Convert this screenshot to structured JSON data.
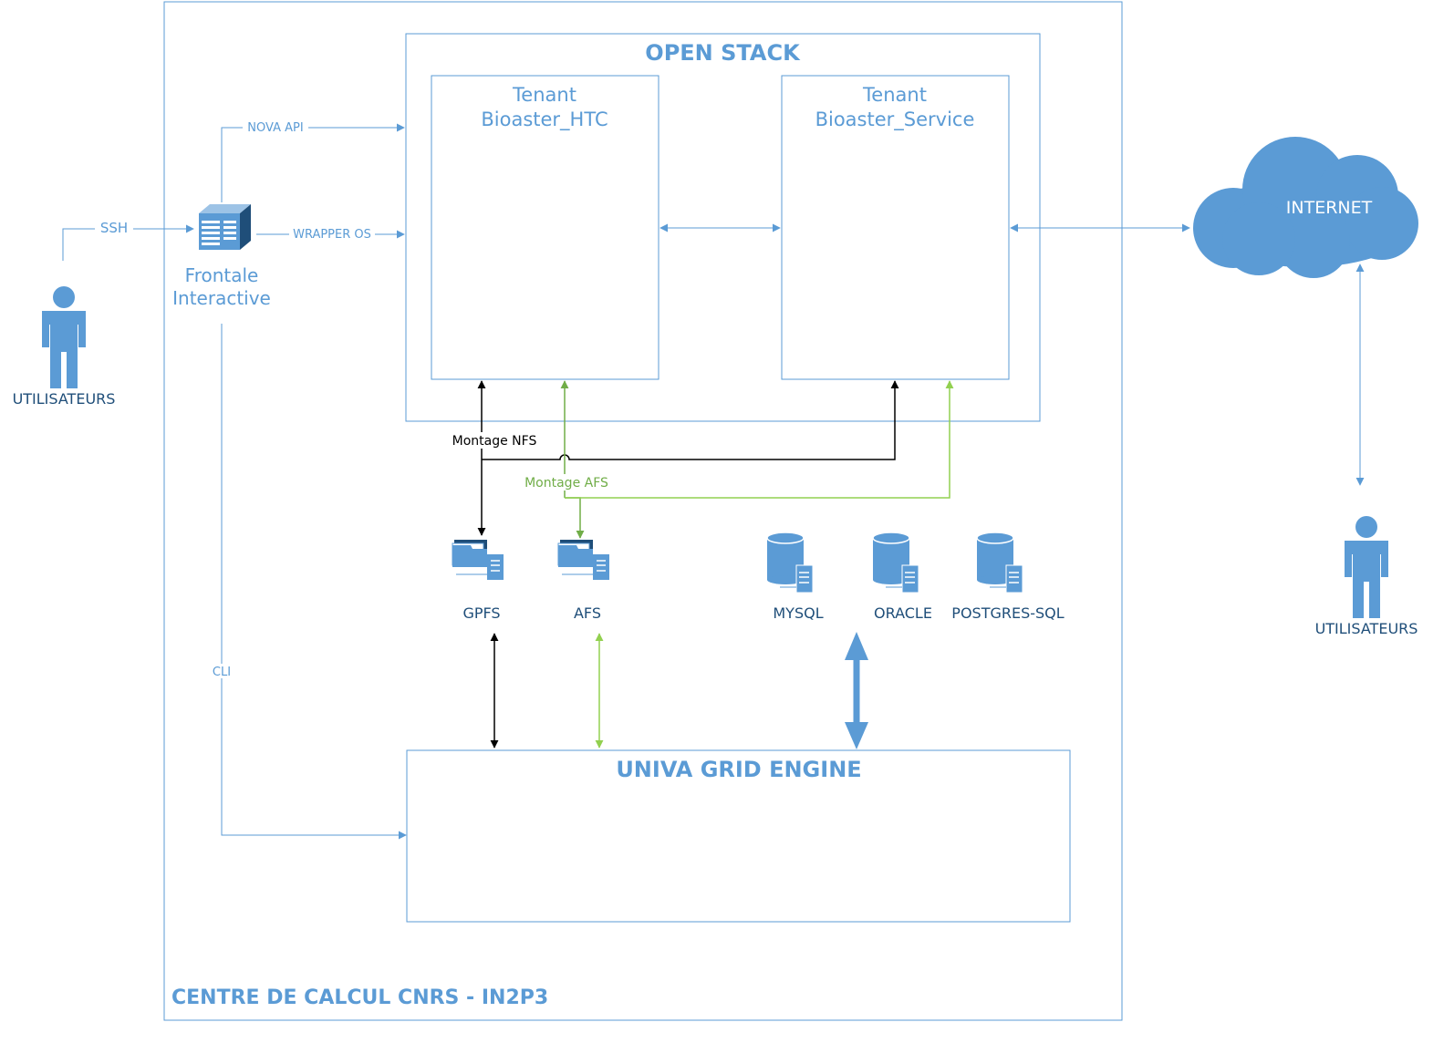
{
  "colors": {
    "blue": "#5b9bd5",
    "dark_blue": "#1f4e79",
    "green": "#70ad47",
    "light_green": "#92d050",
    "black": "#000000"
  },
  "users_left": {
    "label": "UTILISATEURS",
    "icon": "person-icon"
  },
  "users_right": {
    "label": "UTILISATEURS",
    "icon": "person-icon"
  },
  "frontale": {
    "line1": "Frontale",
    "line2": "Interactive",
    "icon": "server-icon"
  },
  "edges": {
    "ssh": "SSH",
    "nova_api": "NOVA API",
    "wrapper_os": "WRAPPER OS",
    "cli": "CLI",
    "montage_nfs": "Montage NFS",
    "montage_afs": "Montage AFS"
  },
  "openstack": {
    "title": "OPEN STACK",
    "tenant_htc": {
      "line1": "Tenant",
      "line2": "Bioaster_HTC"
    },
    "tenant_service": {
      "line1": "Tenant",
      "line2": "Bioaster_Service"
    }
  },
  "internet": {
    "label": "INTERNET",
    "icon": "cloud-icon"
  },
  "storage": [
    {
      "label": "GPFS",
      "icon": "folder-server-icon"
    },
    {
      "label": "AFS",
      "icon": "folder-server-icon"
    }
  ],
  "databases": [
    {
      "label": "MYSQL",
      "icon": "database-icon"
    },
    {
      "label": "ORACLE",
      "icon": "database-icon"
    },
    {
      "label": "POSTGRES-SQL",
      "icon": "database-icon"
    }
  ],
  "grid_engine": {
    "title": "UNIVA GRID ENGINE"
  },
  "centre": {
    "title": "CENTRE DE CALCUL CNRS - IN2P3"
  }
}
